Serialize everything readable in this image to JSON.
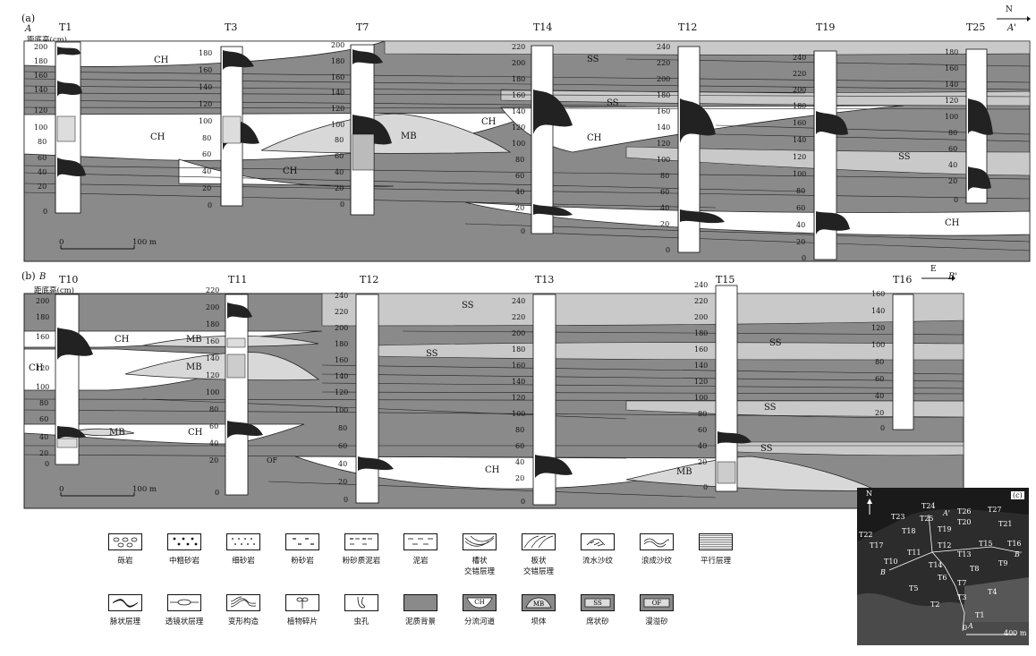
{
  "panel_a": {
    "label": "(a)",
    "start": "A",
    "end": "A'",
    "north": "N",
    "yaxis": "距底高(cm)",
    "scale": "100 m",
    "scale_zero": "0",
    "wells": [
      "T1",
      "T3",
      "T7",
      "T14",
      "T12",
      "T19",
      "T25"
    ],
    "units": [
      "CH",
      "CH",
      "CH",
      "MB",
      "CH",
      "CH",
      "SS",
      "SS",
      "SS",
      "CH"
    ]
  },
  "panel_b": {
    "label": "(b)",
    "start": "B",
    "end": "B'",
    "east": "E",
    "yaxis": "距底高(cm)",
    "scale": "100 m",
    "scale_zero": "0",
    "wells": [
      "T10",
      "T11",
      "T12",
      "T13",
      "T15",
      "T16"
    ],
    "units": [
      "CH",
      "CH",
      "MB",
      "MB",
      "MB",
      "CH",
      "OF",
      "SS",
      "SS",
      "CH",
      "MB",
      "SS",
      "SS",
      "SS"
    ]
  },
  "legend": [
    {
      "label": "砾岩",
      "icon": "conglomerate-icon"
    },
    {
      "label": "中粗砂岩",
      "icon": "coarse-sandstone-icon"
    },
    {
      "label": "细砂岩",
      "icon": "fine-sandstone-icon"
    },
    {
      "label": "粉砂岩",
      "icon": "siltstone-icon"
    },
    {
      "label": "粉砂质泥岩",
      "icon": "silty-mudstone-icon"
    },
    {
      "label": "泥岩",
      "icon": "mudstone-icon"
    },
    {
      "label": "槽状\n交错层理",
      "icon": "trough-cross-bedding-icon"
    },
    {
      "label": "板状\n交错层理",
      "icon": "planar-cross-bedding-icon"
    },
    {
      "label": "流水沙纹",
      "icon": "current-ripple-icon"
    },
    {
      "label": "浪成沙纹",
      "icon": "wave-ripple-icon"
    },
    {
      "label": "平行层理",
      "icon": "parallel-bedding-icon"
    },
    {
      "label": "脉状层理",
      "icon": "flaser-bedding-icon"
    },
    {
      "label": "透镜状层理",
      "icon": "lenticular-bedding-icon"
    },
    {
      "label": "变形构造",
      "icon": "deformation-structure-icon"
    },
    {
      "label": "植物碎片",
      "icon": "plant-fragment-icon"
    },
    {
      "label": "虫孔",
      "icon": "burrow-icon"
    },
    {
      "label": "泥质背景",
      "icon": "mud-background-icon"
    },
    {
      "label": "分流河道",
      "icon": "distributary-channel-icon",
      "code": "CH"
    },
    {
      "label": "坝体",
      "icon": "bar-icon",
      "code": "MB"
    },
    {
      "label": "席状砂",
      "icon": "sheet-sand-icon",
      "code": "SS"
    },
    {
      "label": "漫溢砂",
      "icon": "overbank-sand-icon",
      "code": "OF"
    }
  ],
  "map": {
    "label": "(c)",
    "north": "N",
    "scale_zero": "0",
    "scale": "400 m",
    "points": [
      "T22",
      "T23",
      "T24",
      "T26",
      "T27",
      "T18",
      "T25",
      "T20",
      "T21",
      "T17",
      "T19",
      "T12",
      "T15",
      "T16",
      "T11",
      "T10",
      "T14",
      "T13",
      "T9",
      "T8",
      "T6",
      "T7",
      "T5",
      "T3",
      "T4",
      "T2",
      "T1"
    ],
    "line_labels": [
      "A'",
      "A",
      "B",
      "B'"
    ]
  }
}
